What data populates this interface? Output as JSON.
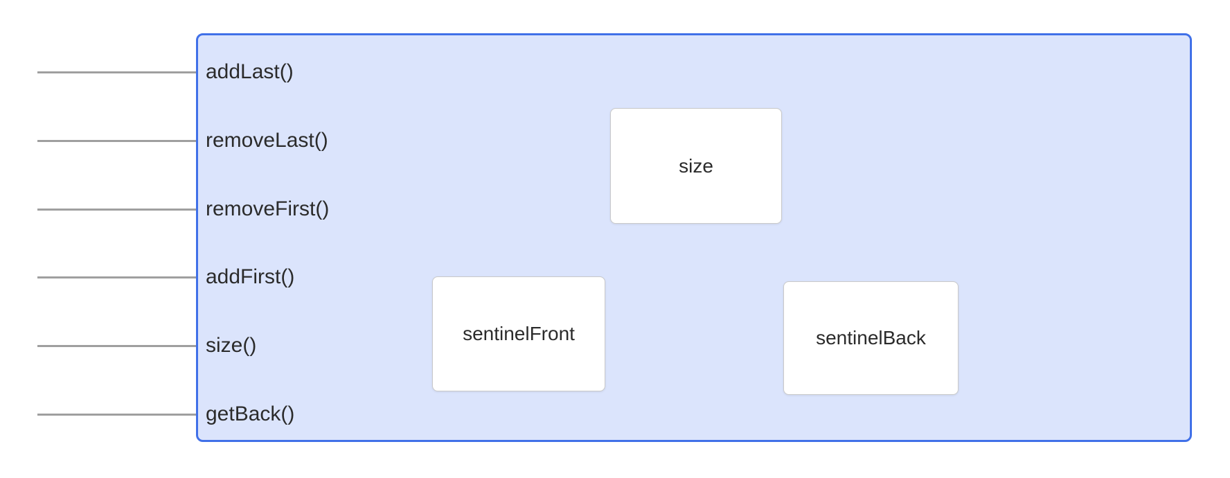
{
  "diagram": {
    "methods": [
      {
        "label": "addLast()"
      },
      {
        "label": "removeLast()"
      },
      {
        "label": "removeFirst()"
      },
      {
        "label": "addFirst()"
      },
      {
        "label": "size()"
      },
      {
        "label": "getBack()"
      }
    ],
    "fields": [
      {
        "label": "size"
      },
      {
        "label": "sentinelFront"
      },
      {
        "label": "sentinelBack"
      }
    ],
    "colors": {
      "container_fill": "#dbe4fc",
      "container_border": "#4070e8",
      "node_fill": "#ffffff",
      "node_border": "#c9c9c9",
      "connector": "#9f9f9f",
      "text": "#2b2b2b"
    }
  }
}
